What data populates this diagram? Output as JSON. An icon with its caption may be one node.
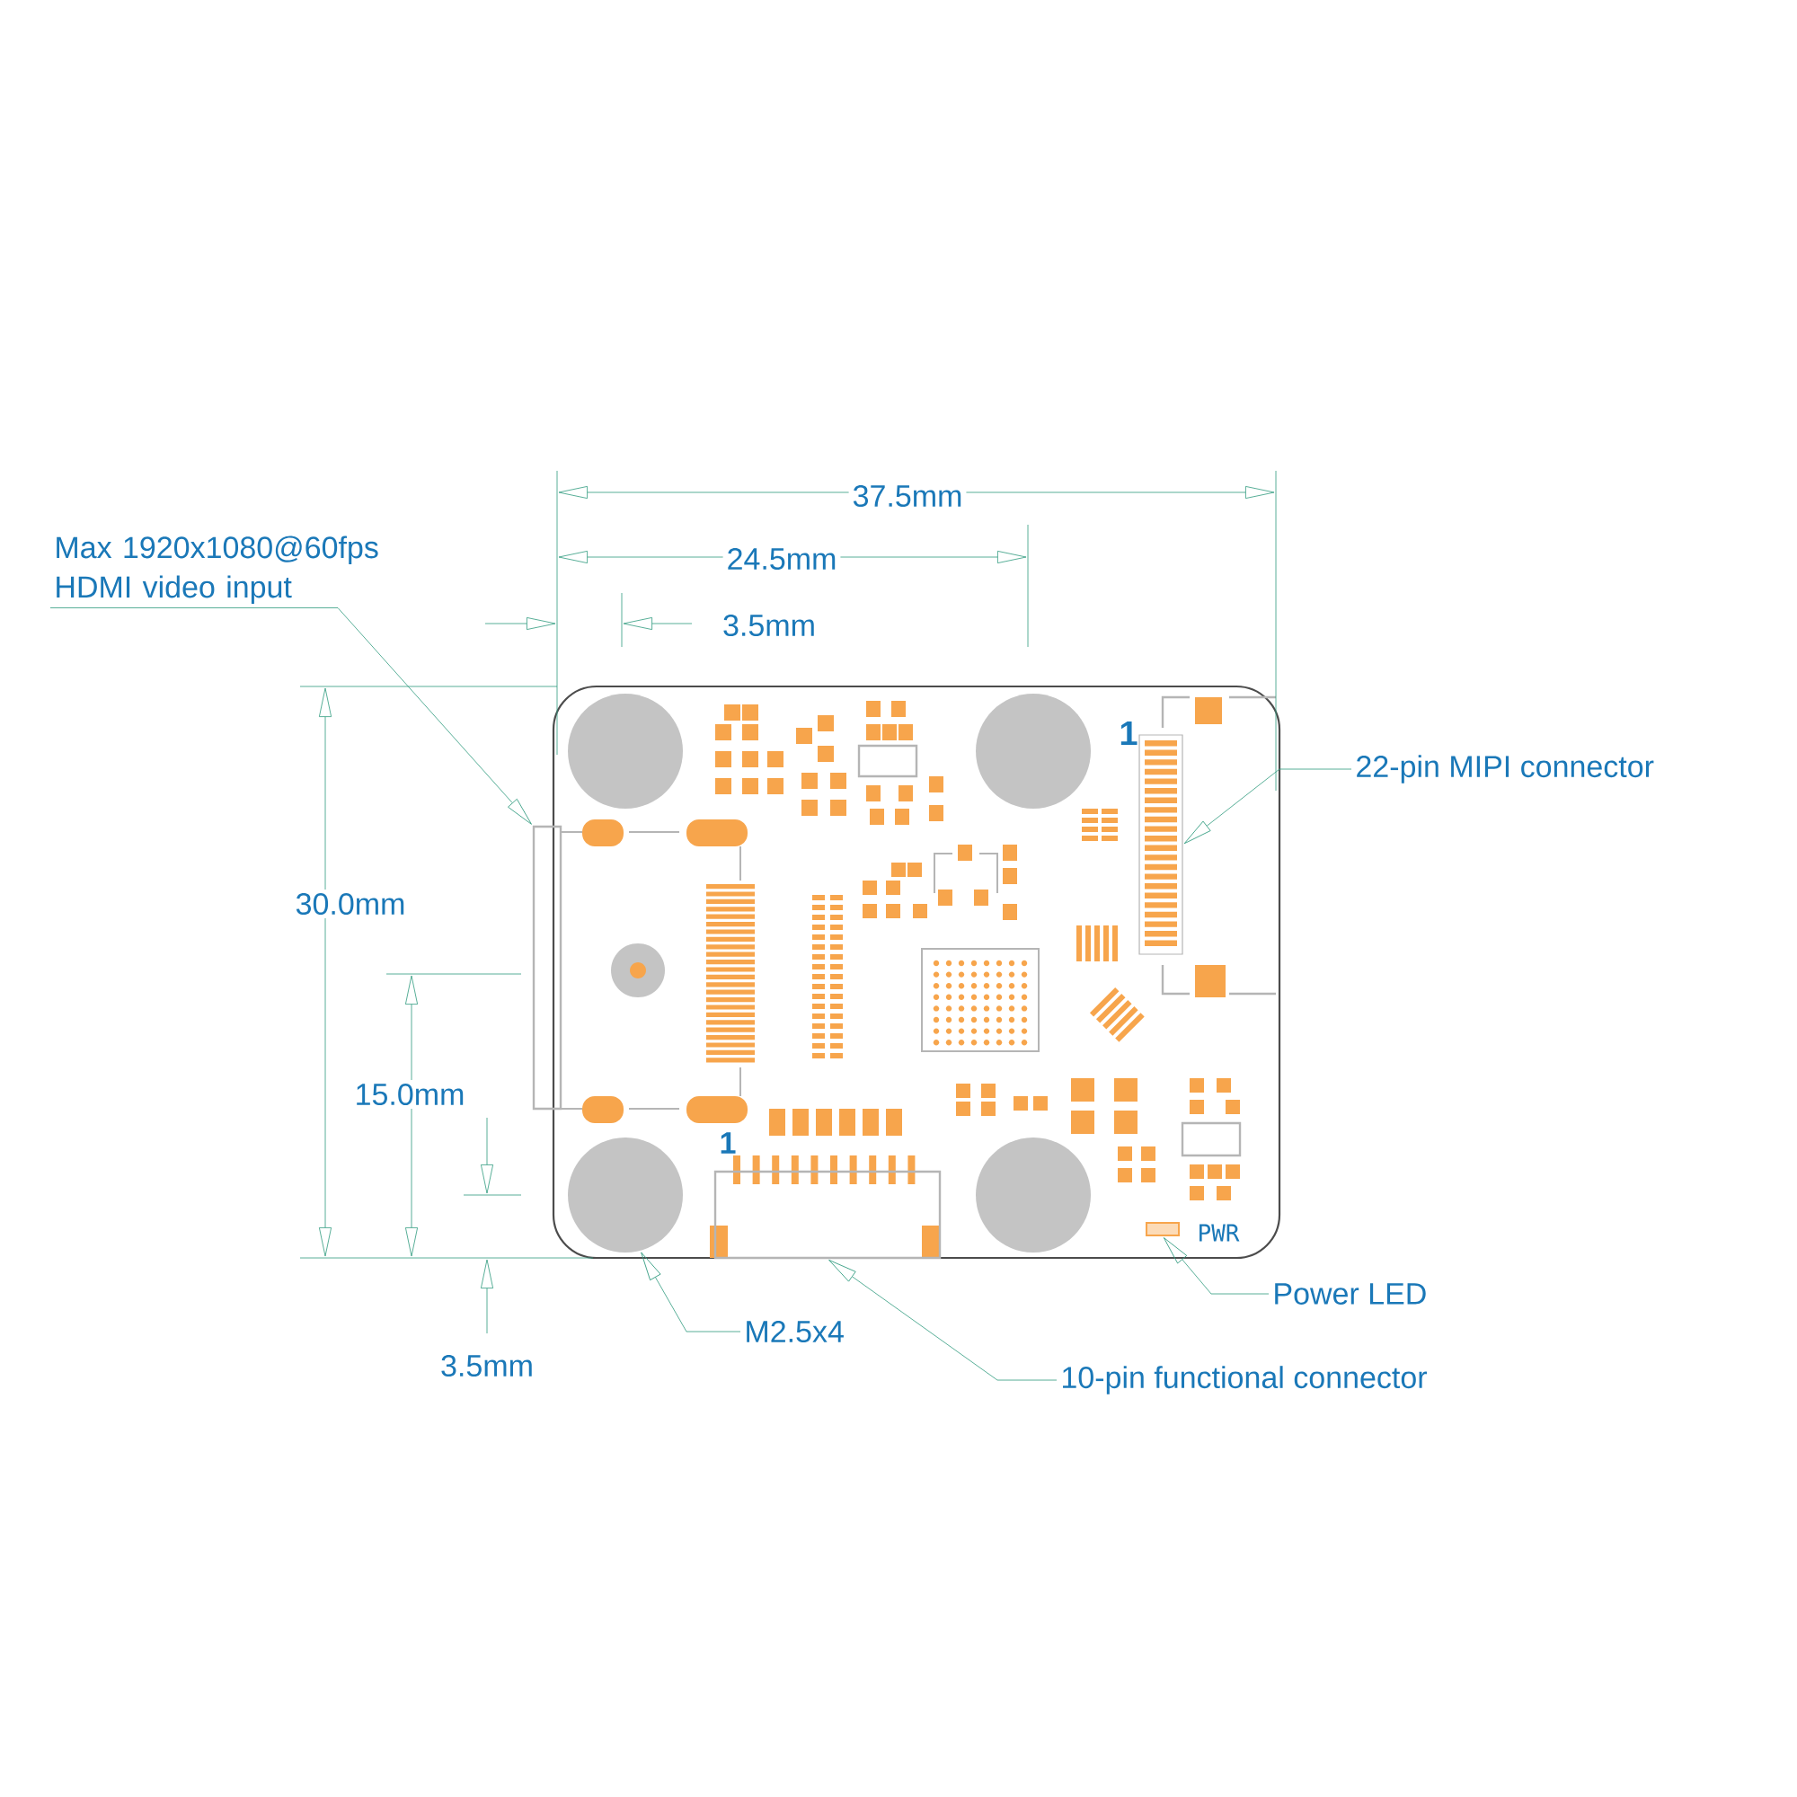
{
  "diagram": {
    "nodes": [
      {
        "text": [
          "Max 1920x1080@60fps HDMI video input"
        ]
      },
      {
        "text": [],
        "shape": "box"
      },
      {
        "text": [
          "22-pin MIPI connector"
        ]
      },
      {
        "text": [],
        "shape": "box"
      },
      {
        "text": [
          "Power LED"
        ]
      },
      {
        "text": [],
        "shape": "box"
      },
      {
        "text": [
          "M2.5x4"
        ]
      },
      {
        "text": [],
        "shape": "circle"
      },
      {
        "text": [
          "10-pin functional connector"
        ]
      },
      {
        "text": [],
        "shape": "box"
      }
    ],
    "edges": [
      {
        "from": 0,
        "to": 1,
        "arrow": "to"
      },
      {
        "from": 2,
        "to": 3,
        "arrow": "to"
      },
      {
        "from": 4,
        "to": 5,
        "arrow": "to"
      },
      {
        "from": 6,
        "to": 7,
        "arrow": "to"
      },
      {
        "from": 8,
        "to": 9,
        "arrow": "to"
      }
    ],
    "labels": [
      "37.5mm",
      "24.5mm",
      "3.5mm",
      "30.0mm",
      "15.0mm",
      "3.5mm",
      "1",
      "1",
      "PWR"
    ]
  }
}
